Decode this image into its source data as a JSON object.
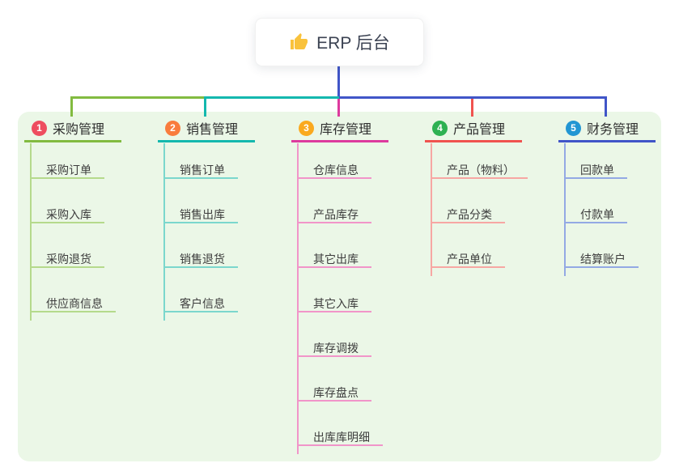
{
  "root": {
    "label": "ERP 后台",
    "icon": "thumbs-up-icon"
  },
  "colors": {
    "panel_background": "#ebf7e7",
    "root_connector": "#4055c8",
    "branch_lines": [
      "#82bb40",
      "#14b8ae",
      "#dd3a9e",
      "#f0534f",
      "#4055c8"
    ],
    "child_lines": [
      "#b5da8c",
      "#7bd7cd",
      "#f195c9",
      "#f7a7a3",
      "#93a9e4"
    ],
    "badge_colors": [
      "#ee4d5f",
      "#f97c3d",
      "#faa91e",
      "#2eb152",
      "#2296d3"
    ],
    "root_icon_color": "#f9c23c"
  },
  "branches": [
    {
      "number": "1",
      "title": "采购管理",
      "children": [
        "采购订单",
        "采购入库",
        "采购退货",
        "供应商信息"
      ]
    },
    {
      "number": "2",
      "title": "销售管理",
      "children": [
        "销售订单",
        "销售出库",
        "销售退货",
        "客户信息"
      ]
    },
    {
      "number": "3",
      "title": "库存管理",
      "children": [
        "仓库信息",
        "产品库存",
        "其它出库",
        "其它入库",
        "库存调拨",
        "库存盘点",
        "出库库明细"
      ]
    },
    {
      "number": "4",
      "title": "产品管理",
      "children": [
        "产品（物料）",
        "产品分类",
        "产品单位"
      ]
    },
    {
      "number": "5",
      "title": "财务管理",
      "children": [
        "回款单",
        "付款单",
        "结算账户"
      ]
    }
  ]
}
